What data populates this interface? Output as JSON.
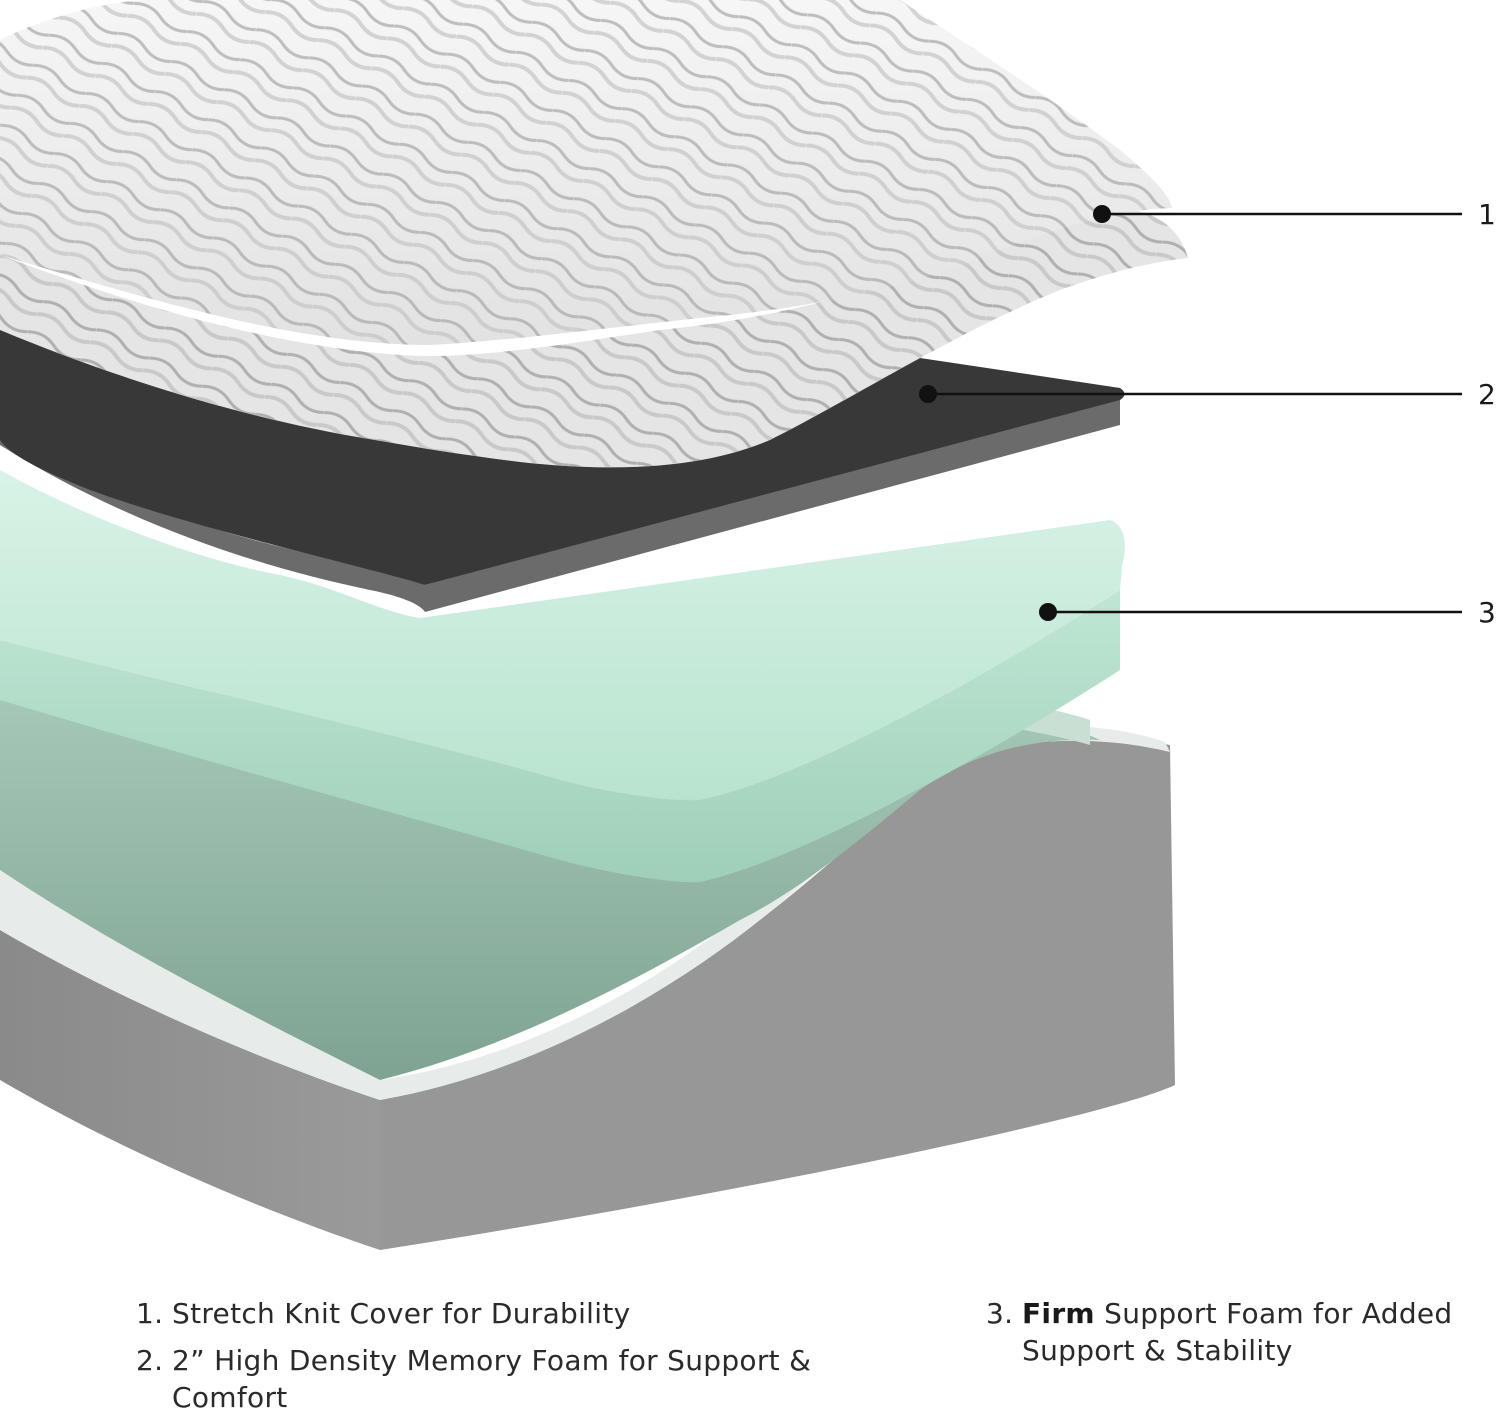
{
  "callouts": [
    {
      "number": "1"
    },
    {
      "number": "2"
    },
    {
      "number": "3"
    }
  ],
  "legend": {
    "item1": {
      "num": "1.",
      "text": "Stretch Knit Cover for Durability"
    },
    "item2": {
      "num": "2.",
      "text": "2” High Density Memory Foam for Support & Comfort"
    },
    "item3": {
      "num": "3.",
      "emphasis": "Firm",
      "text": " Support Foam for Added Support & Stability"
    }
  },
  "colors": {
    "cover": "#eeeeee",
    "cover_pattern": "#a9a9a9",
    "memory_foam_top": "#3a3a3a",
    "memory_foam_edge": "#6a6a6a",
    "support_foam_top": "#cfeee0",
    "support_foam_side": "#a8d8c2",
    "base_inner": "#8fb3a3",
    "base_side": "#8e8e8e",
    "base_rim": "#e6ebe9",
    "leader": "#111111"
  }
}
